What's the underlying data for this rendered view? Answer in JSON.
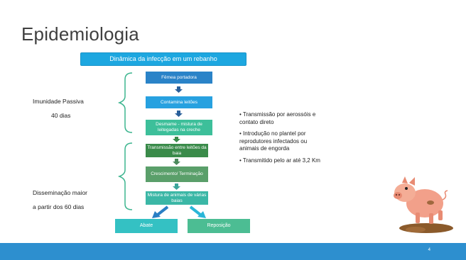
{
  "title": "Epidemiologia",
  "banner": "Dinâmica da infecção em um rebanho",
  "boxes": {
    "femea": "Fêmea portadora",
    "contamina": "Contamina leitões",
    "desmame": "Desmame - mistura de leitegadas na creche",
    "transmissao": "Transmissão entre leitões da baia",
    "crescimento": "Crescimento/ Terminação",
    "mistura": "Mistura de animais de várias baias",
    "abate": "Abate",
    "reposicao": "Reposição"
  },
  "side": {
    "imunidade_line1": "Imunidade Passiva",
    "imunidade_line2": "40 dias",
    "disseminacao_line1": "Disseminação maior",
    "disseminacao_line2": "a partir dos 60 dias"
  },
  "bullets": [
    "• Transmissão por aerossóis e contato direto",
    "• Introdução no plantel por reprodutores infectados ou animais de engorda",
    "• Transmitido pelo ar até 3,2 Km"
  ],
  "page_number": "4",
  "icons": {
    "pig": "pig-illustration",
    "arrow": "down-arrow-icon"
  },
  "colors": {
    "footer": "#2d8fcf",
    "banner": "#1da7e0"
  }
}
